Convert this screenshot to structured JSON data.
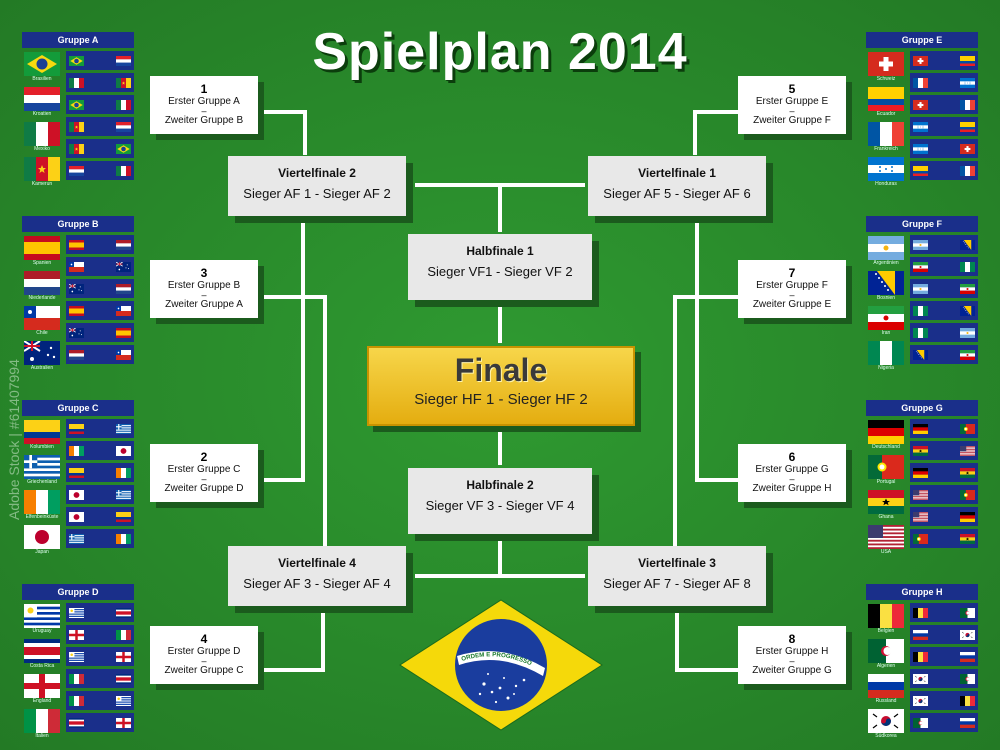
{
  "title": "Spielplan  2014",
  "groups": [
    {
      "id": "A",
      "name": "Gruppe A",
      "big": [
        "brazil",
        "croatia",
        "mexico",
        "cameroon"
      ],
      "bl": [
        "Brasilien",
        "Kroatien",
        "Mexiko",
        "Kamerun"
      ],
      "m": [
        [
          "brazil",
          "croatia"
        ],
        [
          "mexico",
          "cameroon"
        ],
        [
          "brazil",
          "mexico"
        ],
        [
          "cameroon",
          "croatia"
        ],
        [
          "cameroon",
          "brazil"
        ],
        [
          "croatia",
          "mexico"
        ]
      ]
    },
    {
      "id": "B",
      "name": "Gruppe B",
      "big": [
        "spain",
        "netherlands",
        "chile",
        "australia"
      ],
      "bl": [
        "Spanien",
        "Niederlande",
        "Chile",
        "Australien"
      ],
      "m": [
        [
          "spain",
          "netherlands"
        ],
        [
          "chile",
          "australia"
        ],
        [
          "australia",
          "netherlands"
        ],
        [
          "spain",
          "chile"
        ],
        [
          "australia",
          "spain"
        ],
        [
          "netherlands",
          "chile"
        ]
      ]
    },
    {
      "id": "C",
      "name": "Gruppe C",
      "big": [
        "colombia",
        "greece",
        "ivory",
        "japan"
      ],
      "bl": [
        "Kolumbien",
        "Griechenland",
        "Elfenbeinküste",
        "Japan"
      ],
      "m": [
        [
          "colombia",
          "greece"
        ],
        [
          "ivory",
          "japan"
        ],
        [
          "colombia",
          "ivory"
        ],
        [
          "japan",
          "greece"
        ],
        [
          "japan",
          "colombia"
        ],
        [
          "greece",
          "ivory"
        ]
      ]
    },
    {
      "id": "D",
      "name": "Gruppe D",
      "big": [
        "uruguay",
        "costarica",
        "england",
        "italy"
      ],
      "bl": [
        "Uruguay",
        "Costa Rica",
        "England",
        "Italien"
      ],
      "m": [
        [
          "uruguay",
          "costarica"
        ],
        [
          "england",
          "italy"
        ],
        [
          "uruguay",
          "england"
        ],
        [
          "italy",
          "costarica"
        ],
        [
          "italy",
          "uruguay"
        ],
        [
          "costarica",
          "england"
        ]
      ]
    },
    {
      "id": "E",
      "name": "Gruppe E",
      "big": [
        "switzerland",
        "ecuador",
        "france",
        "honduras"
      ],
      "bl": [
        "Schweiz",
        "Ecuador",
        "Frankreich",
        "Honduras"
      ],
      "m": [
        [
          "switzerland",
          "ecuador"
        ],
        [
          "france",
          "honduras"
        ],
        [
          "switzerland",
          "france"
        ],
        [
          "honduras",
          "ecuador"
        ],
        [
          "honduras",
          "switzerland"
        ],
        [
          "ecuador",
          "france"
        ]
      ]
    },
    {
      "id": "F",
      "name": "Gruppe F",
      "big": [
        "argentina",
        "bosnia",
        "iran",
        "nigeria"
      ],
      "bl": [
        "Argentinien",
        "Bosnien",
        "Iran",
        "Nigeria"
      ],
      "m": [
        [
          "argentina",
          "bosnia"
        ],
        [
          "iran",
          "nigeria"
        ],
        [
          "argentina",
          "iran"
        ],
        [
          "nigeria",
          "bosnia"
        ],
        [
          "nigeria",
          "argentina"
        ],
        [
          "bosnia",
          "iran"
        ]
      ]
    },
    {
      "id": "G",
      "name": "Gruppe G",
      "big": [
        "germany",
        "portugal",
        "ghana",
        "usa"
      ],
      "bl": [
        "Deutschland",
        "Portugal",
        "Ghana",
        "USA"
      ],
      "m": [
        [
          "germany",
          "portugal"
        ],
        [
          "ghana",
          "usa"
        ],
        [
          "germany",
          "ghana"
        ],
        [
          "usa",
          "portugal"
        ],
        [
          "usa",
          "germany"
        ],
        [
          "portugal",
          "ghana"
        ]
      ]
    },
    {
      "id": "H",
      "name": "Gruppe H",
      "big": [
        "belgium",
        "algeria",
        "russia",
        "korea"
      ],
      "bl": [
        "Belgien",
        "Algerien",
        "Russland",
        "Südkorea"
      ],
      "m": [
        [
          "belgium",
          "algeria"
        ],
        [
          "russia",
          "korea"
        ],
        [
          "belgium",
          "russia"
        ],
        [
          "korea",
          "algeria"
        ],
        [
          "korea",
          "belgium"
        ],
        [
          "algeria",
          "russia"
        ]
      ]
    }
  ],
  "slots": [
    {
      "num": "1",
      "l1": "Erster Gruppe A",
      "dash": "–",
      "l2": "Zweiter Gruppe B"
    },
    {
      "num": "3",
      "l1": "Erster Gruppe B",
      "dash": "–",
      "l2": "Zweiter Gruppe A"
    },
    {
      "num": "2",
      "l1": "Erster Gruppe C",
      "dash": "–",
      "l2": "Zweiter Gruppe D"
    },
    {
      "num": "4",
      "l1": "Erster Gruppe D",
      "dash": "–",
      "l2": "Zweiter Gruppe C"
    },
    {
      "num": "5",
      "l1": "Erster Gruppe E",
      "dash": "–",
      "l2": "Zweiter Gruppe F"
    },
    {
      "num": "7",
      "l1": "Erster Gruppe F",
      "dash": "–",
      "l2": "Zweiter Gruppe E"
    },
    {
      "num": "6",
      "l1": "Erster Gruppe G",
      "dash": "–",
      "l2": "Zweiter Gruppe H"
    },
    {
      "num": "8",
      "l1": "Erster Gruppe H",
      "dash": "–",
      "l2": "Zweiter Gruppe G"
    }
  ],
  "rounds": [
    {
      "t": "Viertelfinale 2",
      "s": "Sieger AF 1 - Sieger AF 2"
    },
    {
      "t": "Viertelfinale 1",
      "s": "Sieger AF 5 - Sieger AF 6"
    },
    {
      "t": "Viertelfinale 4",
      "s": "Sieger AF 3 - Sieger AF 4"
    },
    {
      "t": "Viertelfinale 3",
      "s": "Sieger AF 7 - Sieger AF 8"
    },
    {
      "t": "Halbfinale 1",
      "s": "Sieger VF1 - Sieger VF 2"
    },
    {
      "t": "Halbfinale 2",
      "s": "Sieger VF 3 - Sieger VF 4"
    }
  ],
  "finale": {
    "t": "Finale",
    "s": "Sieger HF 1 - Sieger HF 2"
  },
  "brazil_motto": "ORDEM E PROGRESSO",
  "watermark": "Adobe Stock | #61407994",
  "colors": {
    "background": "#2a8a2c",
    "group_header": "#1a2f8a",
    "finale_gold": "#f2c52a"
  }
}
